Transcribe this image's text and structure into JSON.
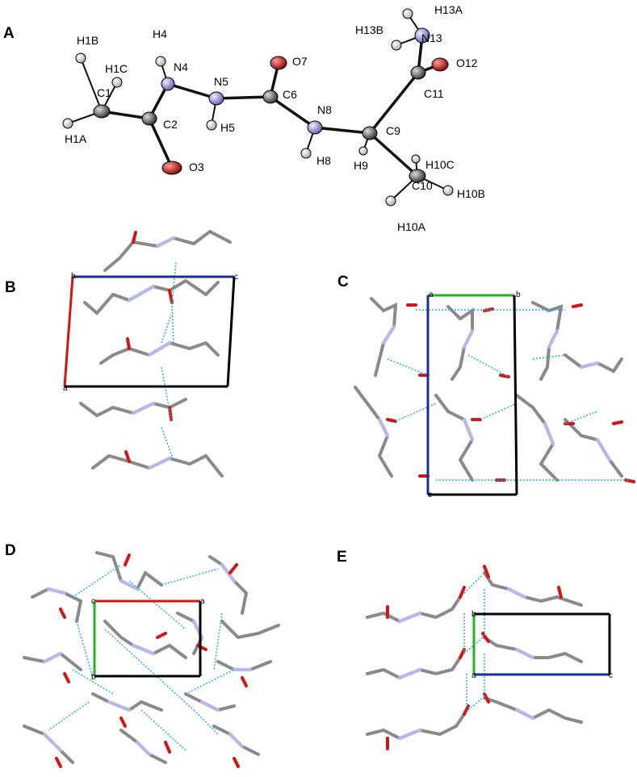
{
  "panels": {
    "a": "A",
    "b": "B",
    "c": "C",
    "d": "D",
    "e": "E"
  },
  "molecule": {
    "atoms": {
      "H1B": "H1B",
      "H4": "H4",
      "H1C": "H1C",
      "N4": "N4",
      "N5": "N5",
      "C1": "C1",
      "C2": "C2",
      "H1A": "H1A",
      "H5": "H5",
      "O3": "O3",
      "O7": "O7",
      "C6": "C6",
      "N8": "N8",
      "H8": "H8",
      "H9": "H9",
      "C9": "C9",
      "H13A": "H13A",
      "H13B": "H13B",
      "N13": "N13",
      "O12": "O12",
      "C11": "C11",
      "H10C": "H10C",
      "C10": "C10",
      "H10B": "H10B",
      "H10A": "H10A"
    }
  },
  "unit_cells": {
    "B": {
      "origin": "a",
      "axis1": "b",
      "axis2": "c"
    },
    "C": {
      "origin": "a",
      "axis1": "b",
      "axis2": "c"
    },
    "D": {
      "origin": "c",
      "axis1": "a",
      "axis2": "b"
    },
    "E": {
      "origin": "a",
      "axis1": "b",
      "axis2": "c"
    }
  },
  "colors": {
    "carbon": "#6e6e6e",
    "nitrogen": "#a9a9e8",
    "oxygen": "#d41515",
    "hydrogen": "#d9d9d9",
    "hbond": "#1fb2d3",
    "axis_a": "#d41515",
    "axis_b": "#22b522",
    "axis_c": "#1d2d9c",
    "cell": "#000000"
  }
}
